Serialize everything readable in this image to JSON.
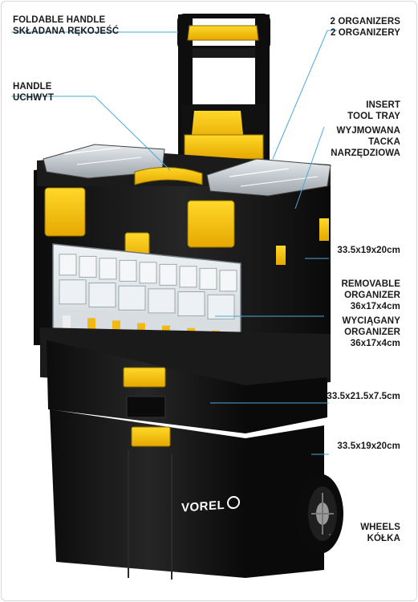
{
  "labels": {
    "foldable_handle": {
      "en": "FOLDABLE HANDLE",
      "pl": "SKŁADANA RĘKOJEŚĆ"
    },
    "handle": {
      "en": "HANDLE",
      "pl": "UCHWYT"
    },
    "organizers": {
      "en": "2 ORGANIZERS",
      "pl": "2 ORGANIZERY"
    },
    "insert_tray": {
      "en1": "INSERT",
      "en2": "TOOL TRAY",
      "pl1": "WYJMOWANA",
      "pl2": "TACKA",
      "pl3": "NARZĘDZIOWA"
    },
    "dim_top": "33.5x19x20cm",
    "removable": {
      "en1": "REMOVABLE",
      "en2": "ORGANIZER",
      "en3": "36x17x4cm",
      "pl1": "WYCIĄGANY",
      "pl2": "ORGANIZER",
      "pl3": "36x17x4cm"
    },
    "dim_drawer": "33.5x21.5x7.5cm",
    "dim_bottom": "33.5x19x20cm",
    "wheels": {
      "en": "WHEELS",
      "pl": "KÓŁKA"
    }
  },
  "brand": "VOREL",
  "colors": {
    "body": "#121212",
    "body_highlight": "#2b2b2b",
    "accent_yellow": "#f5c400",
    "leader_line": "#4aa8d8",
    "label_text": "#1a1a1a"
  }
}
